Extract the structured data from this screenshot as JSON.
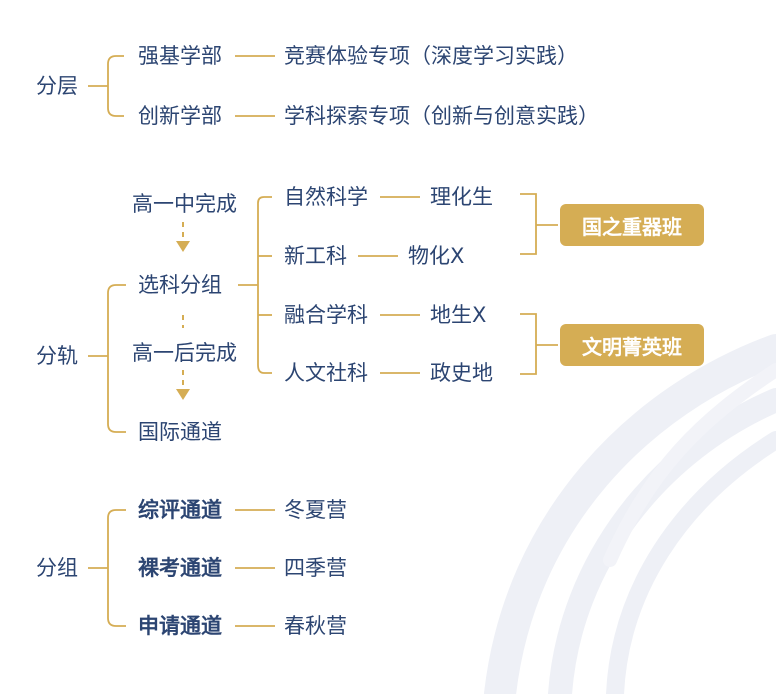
{
  "layer": {
    "root": "分层",
    "items": [
      {
        "label": "强基学部",
        "target": "竞赛体验专项（深度学习实践）"
      },
      {
        "label": "创新学部",
        "target": "学科探索专项（创新与创意实践）"
      }
    ]
  },
  "track": {
    "root": "分轨",
    "step1_note": "高一中完成",
    "step2_label": "选科分组",
    "step3_note": "高一后完成",
    "step4_label": "国际通道",
    "groups": [
      {
        "label": "自然科学",
        "subjects": "理化生"
      },
      {
        "label": "新工科",
        "subjects": "物化X"
      },
      {
        "label": "融合学科",
        "subjects": "地生X"
      },
      {
        "label": "人文社科",
        "subjects": "政史地"
      }
    ],
    "badges": [
      "国之重器班",
      "文明菁英班"
    ]
  },
  "group": {
    "root": "分组",
    "items": [
      {
        "label": "综评通道",
        "target": "冬夏营"
      },
      {
        "label": "裸考通道",
        "target": "四季营"
      },
      {
        "label": "申请通道",
        "target": "春秋营"
      }
    ]
  },
  "colors": {
    "text": "#2c4572",
    "accent": "#d5ad54",
    "background_swirl": "#eef0f6"
  }
}
